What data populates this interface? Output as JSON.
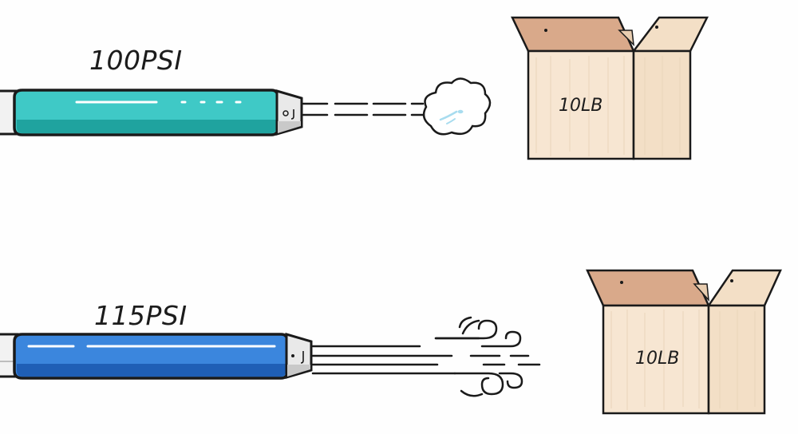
{
  "scenes": [
    {
      "pressure_label": "100PSI",
      "tube_color": "#3fc9c6",
      "tube_shadow": "#1fa39f",
      "output": "weak-puff",
      "box_label": "10LB"
    },
    {
      "pressure_label": "115PSI",
      "tube_color": "#3b86dd",
      "tube_shadow": "#1f5fb6",
      "output": "strong-airflow",
      "box_label": "10LB"
    }
  ],
  "colors": {
    "outline": "#1a1a1a",
    "box_front": "#f7e6d2",
    "box_side": "#f3dfc6",
    "box_flap": "#d9a98a",
    "box_flap_light": "#f3dfc6",
    "nozzle": "#e9e9e9",
    "puff_fill": "#ffffff",
    "puff_accent": "#a8dcef"
  },
  "icons": [
    "air-tube-icon",
    "nozzle-icon",
    "air-puff-icon",
    "air-stream-icon",
    "wind-swirl-icon",
    "cardboard-box-icon"
  ]
}
